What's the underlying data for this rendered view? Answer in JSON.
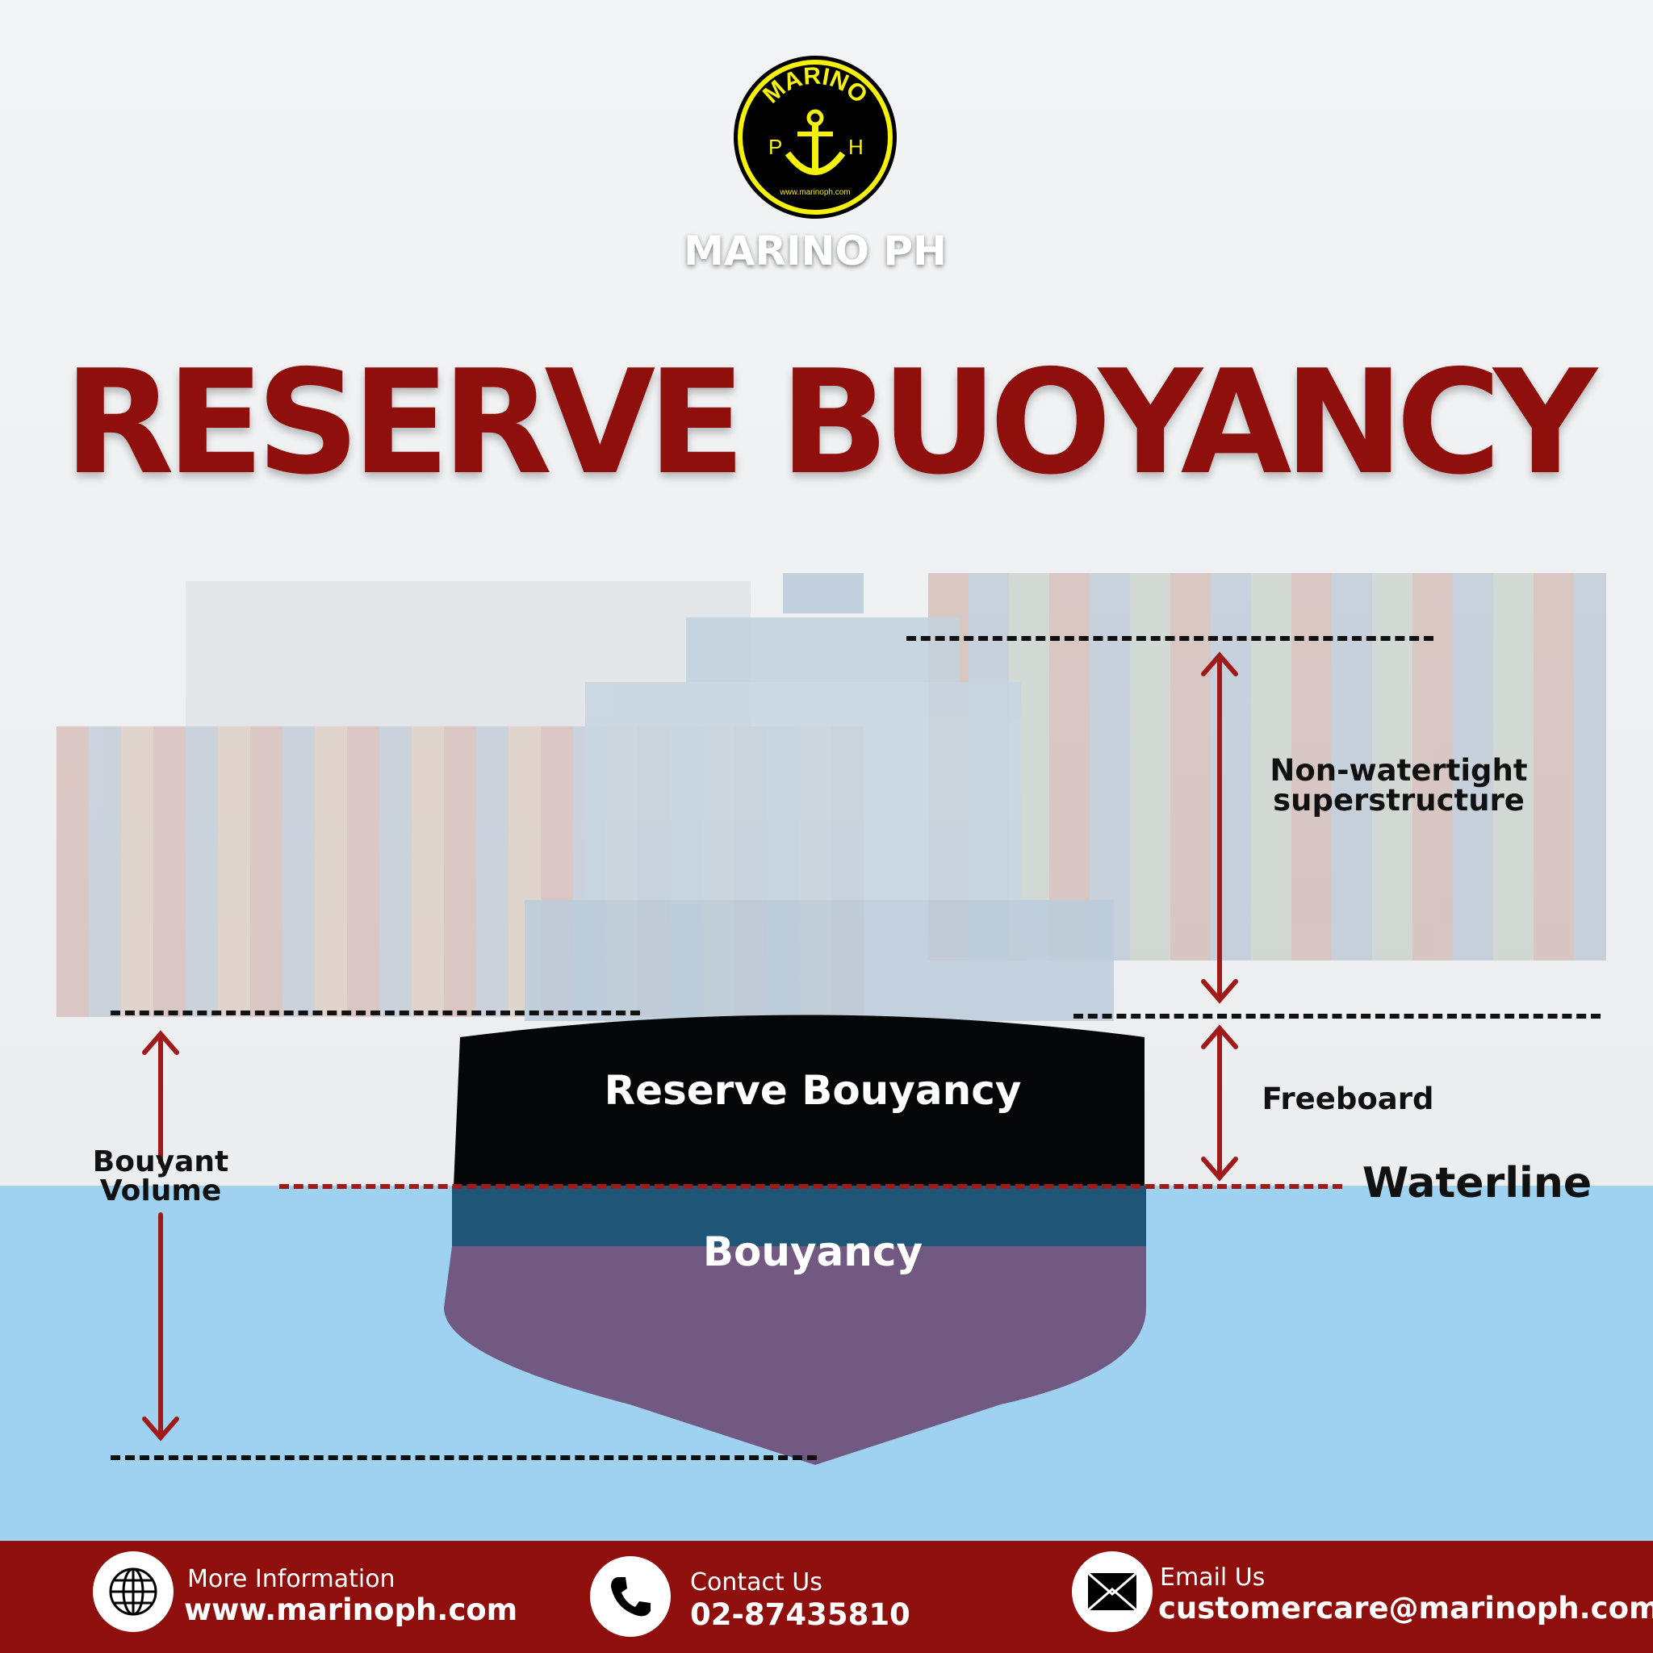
{
  "brand": {
    "name": "MARINO PH",
    "logo_text": "MARINO",
    "logo_letters": [
      "P",
      "H"
    ],
    "logo_url": "www.marinoph.com"
  },
  "title": "RESERVE BUOYANCY",
  "diagram": {
    "hull_upper": "Reserve Bouyancy",
    "hull_lower": "Bouyancy",
    "superstructure": "Non-watertight superstructure",
    "freeboard": "Freeboard",
    "waterline": "Waterline",
    "buoyant_volume": "Bouyant Volume"
  },
  "footer": [
    {
      "label": "More Information",
      "value": "www.marinoph.com",
      "icon": "globe-icon"
    },
    {
      "label": "Contact Us",
      "value": "02-87435810",
      "icon": "phone-icon"
    },
    {
      "label": "Email Us",
      "value": "customercare@marinoph.com",
      "icon": "envelope-icon"
    }
  ],
  "colors": {
    "accent": "#8e0f0c",
    "water": "#9fd2f0",
    "logo_yellow": "#f5f10a"
  }
}
